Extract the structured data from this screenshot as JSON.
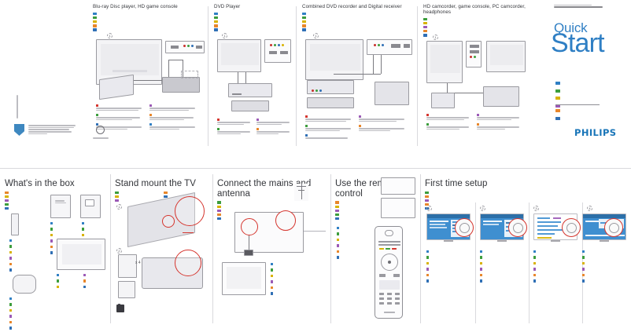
{
  "document": {
    "brand": "PHILIPS",
    "title_line1": "Quick",
    "title_line2": "Start",
    "website_label": "www.philips.com/welcome"
  },
  "colors": {
    "philips_blue": "#1975b8",
    "heading_blue": "#2f7fc4",
    "callout_red": "#d5352e",
    "screen_blue": "#3f8fd0",
    "rule_grey": "#d9d9dd"
  },
  "languages": [
    {
      "code": "EN",
      "label": "Installation",
      "color": "#2f7fc4"
    },
    {
      "code": "DE",
      "label": "Installation",
      "color": "#3c9d3c"
    },
    {
      "code": "FR",
      "label": "Installation",
      "color": "#d8b200"
    },
    {
      "code": "NL",
      "label": "Installatie",
      "color": "#9b59b6"
    },
    {
      "code": "IT",
      "label": "Installazione",
      "color": "#e8862a"
    },
    {
      "code": "ES",
      "label": "Instalación",
      "color": "#2f6fb5"
    }
  ],
  "top_sections": [
    {
      "id": "bluray",
      "heading": "Blu-ray Disc player, HD game console",
      "translations": [
        {
          "color": "#2f7fc4",
          "text": "Blu-ray Disc Player, HD-Spielkonsole"
        },
        {
          "color": "#3c9d3c",
          "text": "Lecteur de disque Blu-ray, console de jeux HD"
        },
        {
          "color": "#d8b200",
          "text": "Blu-ray Disc-speler, HD-gameconsole"
        },
        {
          "color": "#e8862a",
          "text": "Lettore dischi Blu-ray, console giochi HD"
        },
        {
          "color": "#2f6fb5",
          "text": "Reproductor de discos Blu-ray, consola de juegos de alta definición"
        }
      ]
    },
    {
      "id": "dvd",
      "heading": "DVD Player",
      "translations": [
        {
          "color": "#2f7fc4",
          "text": "DVD-Player"
        },
        {
          "color": "#3c9d3c",
          "text": "Lecteur de DVD"
        },
        {
          "color": "#d8b200",
          "text": "DVD-speler"
        },
        {
          "color": "#e8862a",
          "text": "Lettore DVD"
        },
        {
          "color": "#2f6fb5",
          "text": "Reproductor de DVD"
        }
      ]
    },
    {
      "id": "dvdr",
      "heading": "Combined DVD recorder and Digital receiver",
      "translations": [
        {
          "color": "#2f7fc4",
          "text": "Kombinierter DVD-Recorder und Digital-Receiver"
        },
        {
          "color": "#3c9d3c",
          "text": "Combinaison enregistreur de DVD et récepteur de télévision numérique"
        },
        {
          "color": "#d8b200",
          "text": "Gecombineerde DVD-recorder en digitale ontvanger"
        },
        {
          "color": "#e8862a",
          "text": "Registratore DVD e ricevitore digitale combinato"
        },
        {
          "color": "#2f6fb5",
          "text": "Grabador de DVD y receptor digital combinados"
        }
      ]
    },
    {
      "id": "camcorder",
      "heading": "HD camcorder, game console, PC camcorder, headphones",
      "translations": [
        {
          "color": "#2f7fc4",
          "text": "HD-Camcorder, Spielkonsole, PC-Camcorder, Kopfhörer"
        },
        {
          "color": "#3c9d3c",
          "text": "Caméscope HD, console de jeux, caméscope PC, écouteurs"
        },
        {
          "color": "#d8b200",
          "text": "HD-camcorder, gameconsole, PC-camcorder, koptelefoon"
        },
        {
          "color": "#e8862a",
          "text": "Videocamera HD, console giochi, videocamera PC, cuffie"
        },
        {
          "color": "#2f6fb5",
          "text": "Videocámara de alta definición, consola de juegos, PC"
        }
      ]
    }
  ],
  "bottom_sections": [
    {
      "id": "box",
      "heading": "What's in the box",
      "translations": [
        {
          "color": "#e8862a",
          "text": "Verpackungsinhalt"
        },
        {
          "color": "#d8b200",
          "text": "Contenu de la boîte"
        },
        {
          "color": "#9b59b6",
          "text": "De inhoud van de doos"
        },
        {
          "color": "#3c9d3c",
          "text": "Contenuto della confezione"
        },
        {
          "color": "#2f6fb5",
          "text": "Contenido de la caja"
        }
      ],
      "item_captions": [
        {
          "color": "#2f7fc4",
          "text": "Quick Start Guide"
        },
        {
          "color": "#3c9d3c",
          "text": "Kurzanleitung"
        },
        {
          "color": "#d8b200",
          "text": "Guide de démarrage rapide"
        },
        {
          "color": "#9b59b6",
          "text": "Snelle gids"
        },
        {
          "color": "#e8862a",
          "text": "Guida di avvio rapido"
        },
        {
          "color": "#2f6fb5",
          "text": "Guía de configuración rápida"
        },
        {
          "color": "#2f7fc4",
          "text": "User Manual"
        },
        {
          "color": "#3c9d3c",
          "text": "Benutzerhandbuch"
        },
        {
          "color": "#d8b200",
          "text": "Manuel d'utilisation"
        },
        {
          "color": "#9b59b6",
          "text": "Gebruikershandleiding"
        },
        {
          "color": "#e8862a",
          "text": "Manuale dell'utente"
        },
        {
          "color": "#2f6fb5",
          "text": "Manual de usuario"
        }
      ]
    },
    {
      "id": "stand",
      "heading": "Stand mount the TV",
      "translations": [
        {
          "color": "#3c9d3c",
          "text": "Fernsehgerät stehend montieren"
        },
        {
          "color": "#d8b200",
          "text": "Montage du téléviseur"
        },
        {
          "color": "#9b59b6",
          "text": "Bevestig de televisie op de standaard"
        },
        {
          "color": "#e8862a",
          "text": "Montaggio della TV sulla base"
        },
        {
          "color": "#2f6fb5",
          "text": "Montaje del soporte del televisor"
        }
      ]
    },
    {
      "id": "mains",
      "heading": "Connect the mains and antenna",
      "translations": [
        {
          "color": "#3c9d3c",
          "text": "Netzkabel und Antenne anschließen"
        },
        {
          "color": "#d8b200",
          "text": "Connexion du secteur et l'antenne"
        },
        {
          "color": "#9b59b6",
          "text": "Netvoer en antenne aansluiten"
        },
        {
          "color": "#e8862a",
          "text": "Collegare l'alimentazione e l'antenna"
        },
        {
          "color": "#2f6fb5",
          "text": "Conecte la red y la antena"
        }
      ]
    },
    {
      "id": "remote",
      "heading": "Use the remote control",
      "translations": [
        {
          "color": "#e8862a",
          "text": "Fernbedienung verwenden"
        },
        {
          "color": "#d8b200",
          "text": "Utiliser la télécommande"
        },
        {
          "color": "#9b59b6",
          "text": "De afstandsbediening gebruiken"
        },
        {
          "color": "#3c9d3c",
          "text": "Utilizzo del telecomando"
        },
        {
          "color": "#2f6fb5",
          "text": "Utilización del mando a distancia"
        }
      ]
    },
    {
      "id": "firsttime",
      "heading": "First time setup",
      "translations": [
        {
          "color": "#3c9d3c",
          "text": "Erstmalige Einrichtung"
        },
        {
          "color": "#e8862a",
          "text": "Première configuration"
        },
        {
          "color": "#9b59b6",
          "text": "Eerste keer instellen"
        },
        {
          "color": "#e8862a",
          "text": "Impostazione iniziale"
        },
        {
          "color": "#2f6fb5",
          "text": "Configuración inicial"
        }
      ],
      "steps": [
        {
          "number": "1"
        },
        {
          "number": "2"
        },
        {
          "number": "3"
        },
        {
          "number": "4"
        }
      ]
    }
  ],
  "footer": {
    "legal_present": true,
    "eco_mark_present": true
  }
}
